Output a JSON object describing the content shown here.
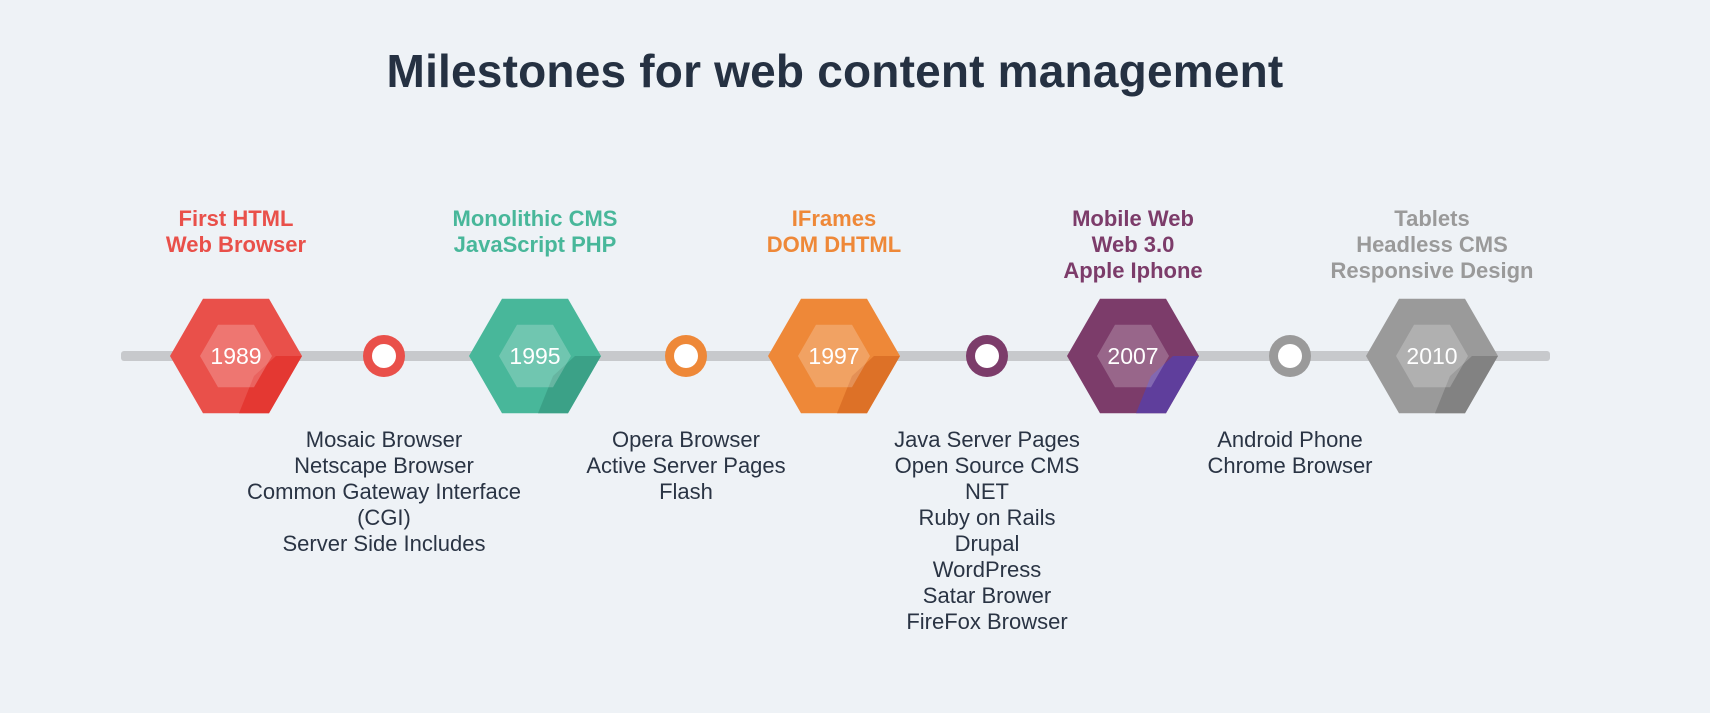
{
  "title": "Milestones for web content management",
  "milestones": [
    {
      "year": "1989",
      "color": "#e9504a",
      "dark": "#e3342e",
      "top_lines": [
        "First HTML",
        "Web Browser"
      ]
    },
    {
      "year": "1995",
      "color": "#48b79a",
      "dark": "#3a9e84",
      "top_lines": [
        "Monolithic CMS",
        "JavaScript PHP"
      ]
    },
    {
      "year": "1997",
      "color": "#ee8838",
      "dark": "#d96d24",
      "top_lines": [
        "IFrames",
        "DOM DHTML"
      ]
    },
    {
      "year": "2007",
      "color": "#7c3c6a",
      "dark": "#5b3ea4",
      "top_lines": [
        "Mobile Web",
        "Web 3.0",
        "Apple Iphone"
      ]
    },
    {
      "year": "2010",
      "color": "#9a9a9a",
      "dark": "#7e7e7e",
      "top_lines": [
        "Tablets",
        "Headless CMS",
        "Responsive Design"
      ]
    }
  ],
  "connectors": [
    {
      "color": "#e9504a",
      "bottom_lines": [
        "Mosaic Browser",
        "Netscape Browser",
        "Common Gateway Interface",
        "(CGI)",
        "Server Side Includes"
      ]
    },
    {
      "color": "#ee8838",
      "bottom_lines": [
        "Opera Browser",
        "Active Server Pages",
        "Flash"
      ]
    },
    {
      "color": "#7c3c6a",
      "bottom_lines": [
        "Java Server Pages",
        "Open Source CMS",
        "NET",
        "Ruby on Rails",
        "Drupal",
        "WordPress",
        "Satar Brower",
        "FireFox Browser"
      ]
    },
    {
      "color": "#9a9a9a",
      "bottom_lines": [
        "Android Phone",
        "Chrome Browser"
      ]
    }
  ]
}
